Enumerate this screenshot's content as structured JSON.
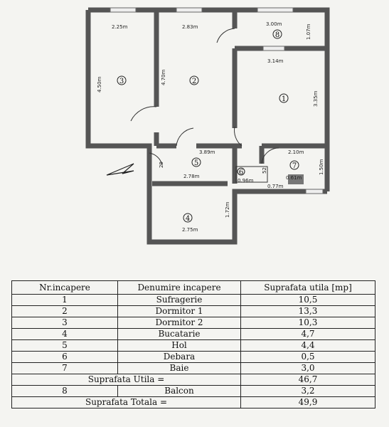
{
  "plan": {
    "dims": {
      "d_225": "2.25m",
      "d_283": "2.83m",
      "d_300": "3.00m",
      "d_107": "1.07m",
      "d_314": "3.14m",
      "d_450": "4.50m",
      "d_470": "4.70m",
      "d_335": "3.35m",
      "d_389": "3.89m",
      "d_210": "2.10m",
      "d_278": "2.78m",
      "d_29": "29",
      "d_096": "0.96m",
      "d_077": "0.77m",
      "d_061": "0.61m",
      "d_150": "1.50m",
      "d_52": "52",
      "d_172": "1.72m",
      "d_275": "2.75m"
    },
    "rooms": {
      "r1": "1",
      "r2": "2",
      "r3": "3",
      "r4": "4",
      "r5": "5",
      "r6": "6",
      "r7": "7",
      "r8": "8"
    }
  },
  "table": {
    "headers": [
      "Nr.incapere",
      "Denumire incapere",
      "Suprafata utila [mp]"
    ],
    "rows": [
      {
        "nr": "1",
        "name": "Sufragerie",
        "area": "10,5"
      },
      {
        "nr": "2",
        "name": "Dormitor 1",
        "area": "13,3"
      },
      {
        "nr": "3",
        "name": "Dormitor 2",
        "area": "10,3"
      },
      {
        "nr": "4",
        "name": "Bucatarie",
        "area": "4,7"
      },
      {
        "nr": "5",
        "name": "Hol",
        "area": "4,4"
      },
      {
        "nr": "6",
        "name": "Debara",
        "area": "0,5"
      },
      {
        "nr": "7",
        "name": "Baie",
        "area": "3,0"
      }
    ],
    "utila_label": "Suprafata Utila =",
    "utila_value": "46,7",
    "balcon": {
      "nr": "8",
      "name": "Balcon",
      "area": "3,2"
    },
    "totala_label": "Suprafata Totala =",
    "totala_value": "49,9"
  }
}
